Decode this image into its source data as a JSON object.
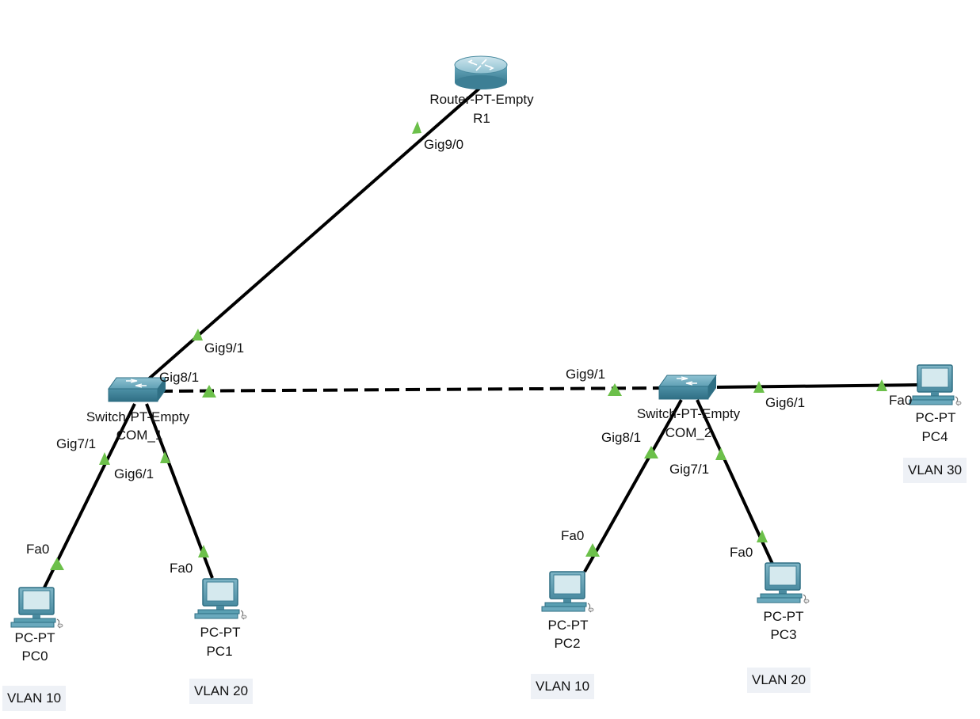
{
  "router": {
    "model": "Router-PT-Empty",
    "name": "R1"
  },
  "switches": [
    {
      "model": "Switch-PT-Empty",
      "name": "COM_1"
    },
    {
      "model": "Switch-PT-Empty",
      "name": "COM_2"
    }
  ],
  "pcs": [
    {
      "model": "PC-PT",
      "name": "PC0",
      "vlan": "VLAN 10"
    },
    {
      "model": "PC-PT",
      "name": "PC1",
      "vlan": "VLAN 20"
    },
    {
      "model": "PC-PT",
      "name": "PC2",
      "vlan": "VLAN 10"
    },
    {
      "model": "PC-PT",
      "name": "PC3",
      "vlan": "VLAN 20"
    },
    {
      "model": "PC-PT",
      "name": "PC4",
      "vlan": "VLAN 30"
    }
  ],
  "ports": {
    "r1_gig9_0": "Gig9/0",
    "com1_gig9_1": "Gig9/1",
    "com1_gig8_1": "Gig8/1",
    "com1_gig7_1": "Gig7/1",
    "com1_gig6_1": "Gig6/1",
    "com2_gig9_1": "Gig9/1",
    "com2_gig8_1": "Gig8/1",
    "com2_gig7_1": "Gig7/1",
    "com2_gig6_1": "Gig6/1",
    "pc0_fa0": "Fa0",
    "pc1_fa0": "Fa0",
    "pc2_fa0": "Fa0",
    "pc3_fa0": "Fa0",
    "pc4_fa0": "Fa0"
  },
  "colors": {
    "link": "#000000",
    "link_up_indicator": "#6cc04a",
    "device_body": "#5a9fb2",
    "device_dark": "#2f6f84",
    "screen": "#d5e9ee",
    "vlan_box": "#eef1f6"
  }
}
